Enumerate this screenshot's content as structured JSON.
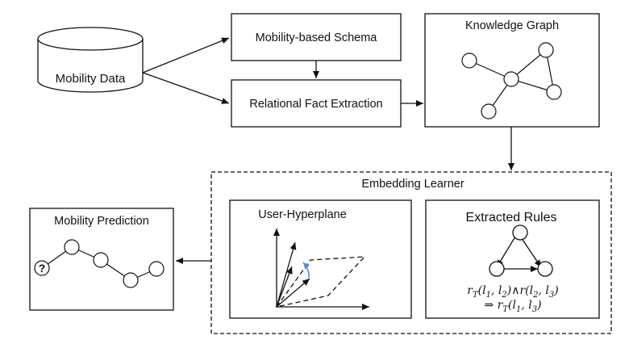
{
  "labels": {
    "mobility_data": "Mobility Data",
    "schema": "Mobility-based Schema",
    "fact_extraction": "Relational Fact Extraction",
    "knowledge_graph": "Knowledge Graph",
    "embedding_learner": "Embedding Learner",
    "user_hyperplane": "User-Hyperplane",
    "extracted_rules": "Extracted Rules",
    "mobility_prediction": "Mobility Prediction",
    "unknown_marker": "?"
  },
  "rule": {
    "r1": "r",
    "r1_sub": "T",
    "r1_args": "(l",
    "a1": "1",
    "a1b": ", l",
    "a2": "2",
    "and_r": ")∧r(l",
    "a3": "2",
    "a3b": ", l",
    "a4": "3",
    "close1": ")",
    "implies": "⇒ r",
    "r2_sub": "T",
    "r2_args": "(l",
    "b1": "1",
    "b1b": ", l",
    "b2": "3",
    "close2": ")"
  },
  "colors": {
    "stroke": "#111111",
    "accent_arrow": "#4a90d9"
  }
}
